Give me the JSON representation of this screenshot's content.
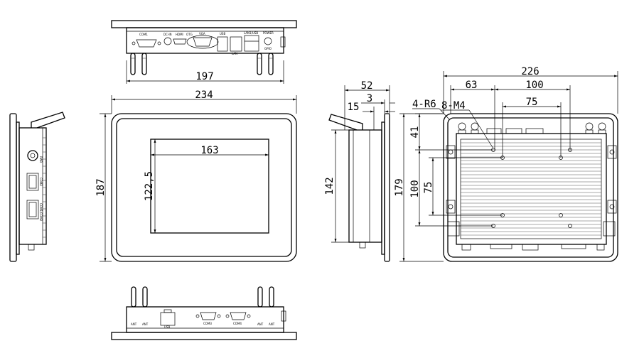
{
  "dimensions": {
    "top_width": "197",
    "front_width": "234",
    "front_height": "187",
    "screen_width": "163",
    "screen_height": "122,5",
    "side_depth": "52",
    "side_3": "3",
    "side_15": "15",
    "side_height": "142",
    "rear_width": "226",
    "rear_63": "63",
    "rear_100_h": "100",
    "rear_75_h": "75",
    "rear_41": "41",
    "rear_100_v": "100",
    "rear_75_v": "75",
    "rear_height": "179",
    "callout_r6": "4-R6",
    "callout_m4": "8-M4"
  },
  "port_labels": {
    "top": [
      "COM1",
      "DC-IN",
      "HDMI",
      "OTG",
      "VGA",
      "USB",
      "LAN",
      "LAN1/USB",
      "POWER",
      "GPIO"
    ],
    "bottom": [
      "ANT",
      "ANT",
      "USB",
      "COM3",
      "COM4",
      "ANT",
      "ANT"
    ],
    "left": [
      "PWR",
      "COM2",
      "COM1/COM2"
    ]
  }
}
